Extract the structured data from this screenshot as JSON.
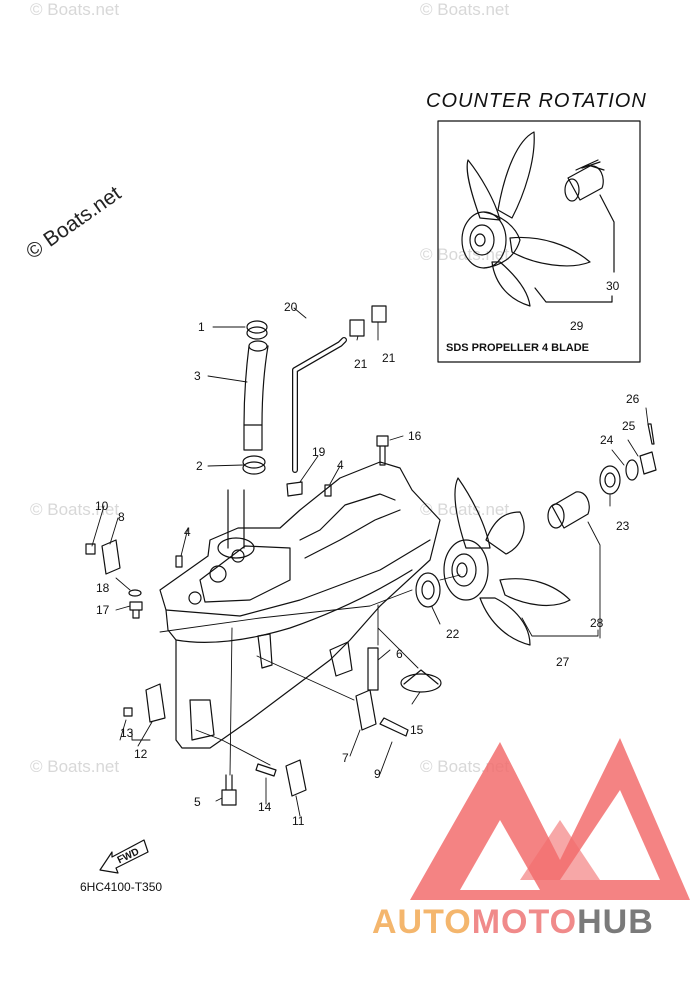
{
  "watermark": "© Boats.net",
  "inset": {
    "title": "COUNTER ROTATION",
    "caption": "SDS PROPELLER 4 BLADE"
  },
  "fwd_label": "FWD",
  "diagram_code": "6HC4100-T350",
  "brand": {
    "part1": "AUTO",
    "part2": "MOTO",
    "part3": "HUB"
  },
  "callouts": [
    "1",
    "2",
    "3",
    "4",
    "4",
    "5",
    "6",
    "7",
    "8",
    "9",
    "10",
    "11",
    "12",
    "13",
    "14",
    "15",
    "16",
    "17",
    "18",
    "19",
    "20",
    "21",
    "21",
    "22",
    "23",
    "24",
    "25",
    "26",
    "27",
    "28",
    "29",
    "30"
  ],
  "colors": {
    "line": "#111111",
    "brand_logo": "#f26d6d",
    "brand_auto": "#f4b66d",
    "brand_hub": "#7a7a7a"
  }
}
